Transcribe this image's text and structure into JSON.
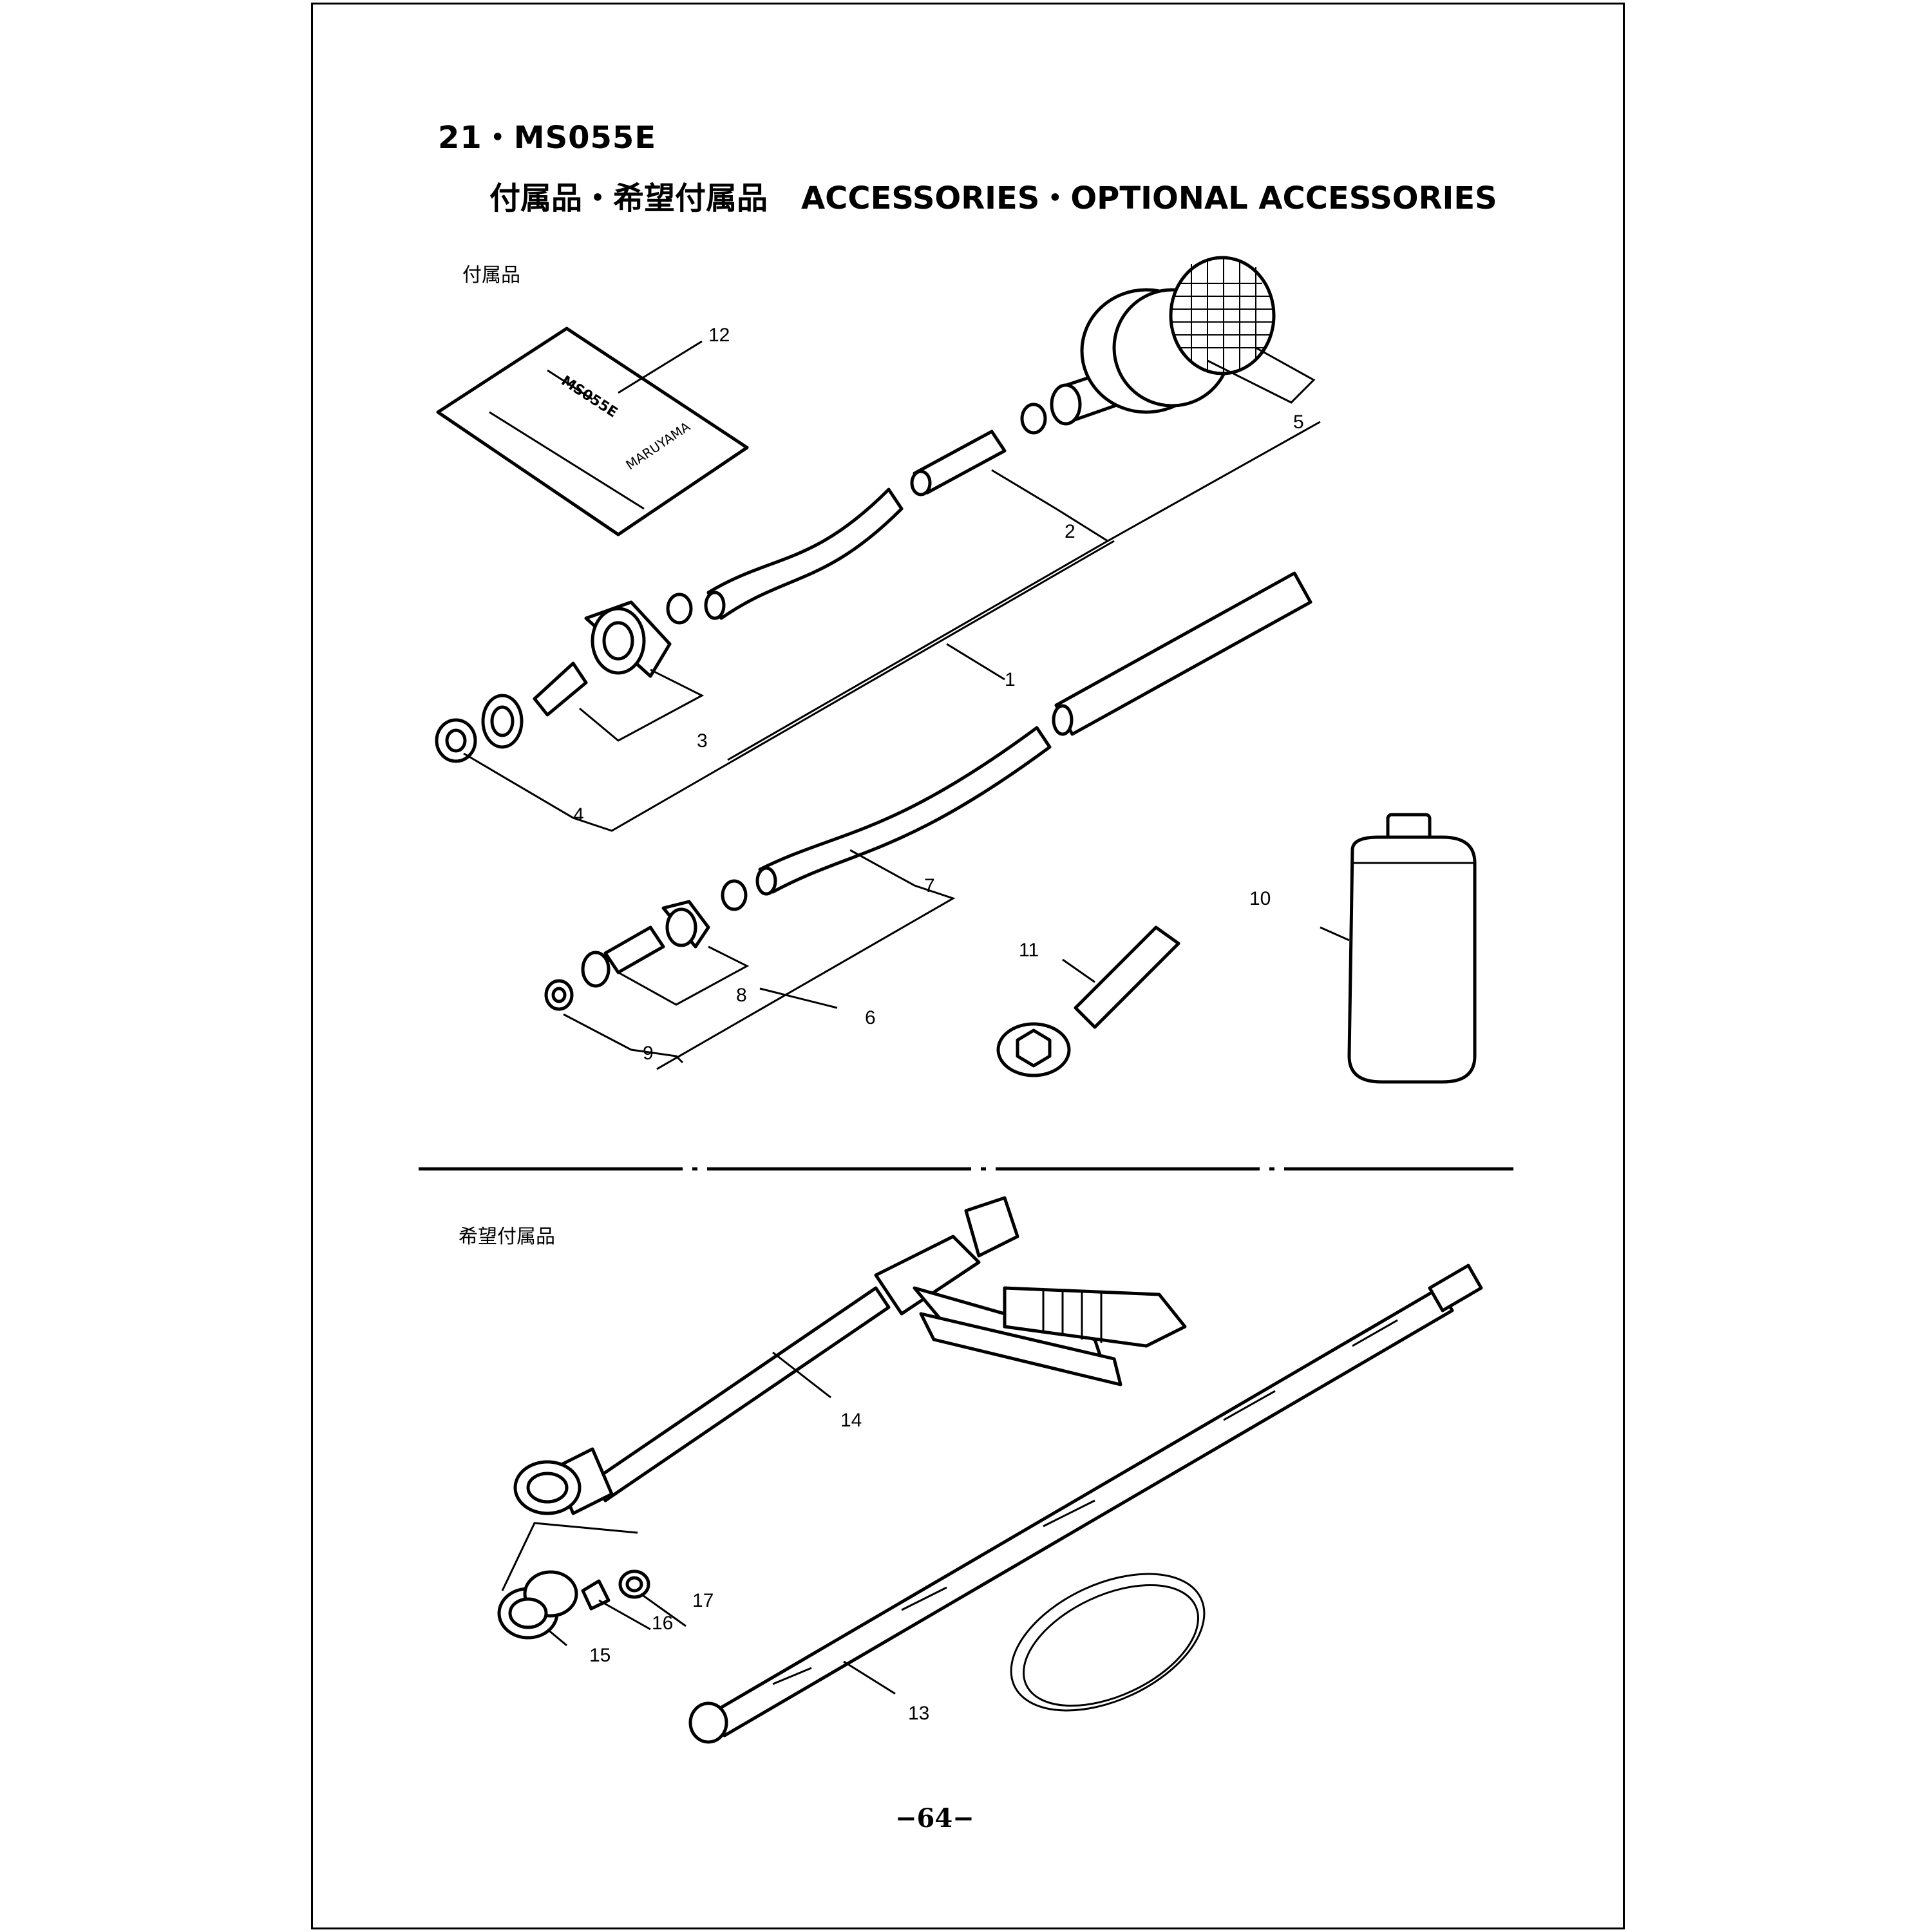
{
  "header": {
    "title": "21・MS055E",
    "subtitle_jp": "付属品・希望付属品",
    "subtitle_en": "ACCESSORIES・OPTIONAL ACCESSORIES"
  },
  "sections": {
    "standard_label": "付属品",
    "optional_label": "希望付属品"
  },
  "manual_cover": {
    "model": "MS055E",
    "brand": "MARUYAMA"
  },
  "callouts": [
    "1",
    "2",
    "3",
    "4",
    "5",
    "6",
    "7",
    "8",
    "9",
    "10",
    "11",
    "12",
    "13",
    "14",
    "15",
    "16",
    "17"
  ],
  "footer": {
    "page_number": "−64−"
  }
}
